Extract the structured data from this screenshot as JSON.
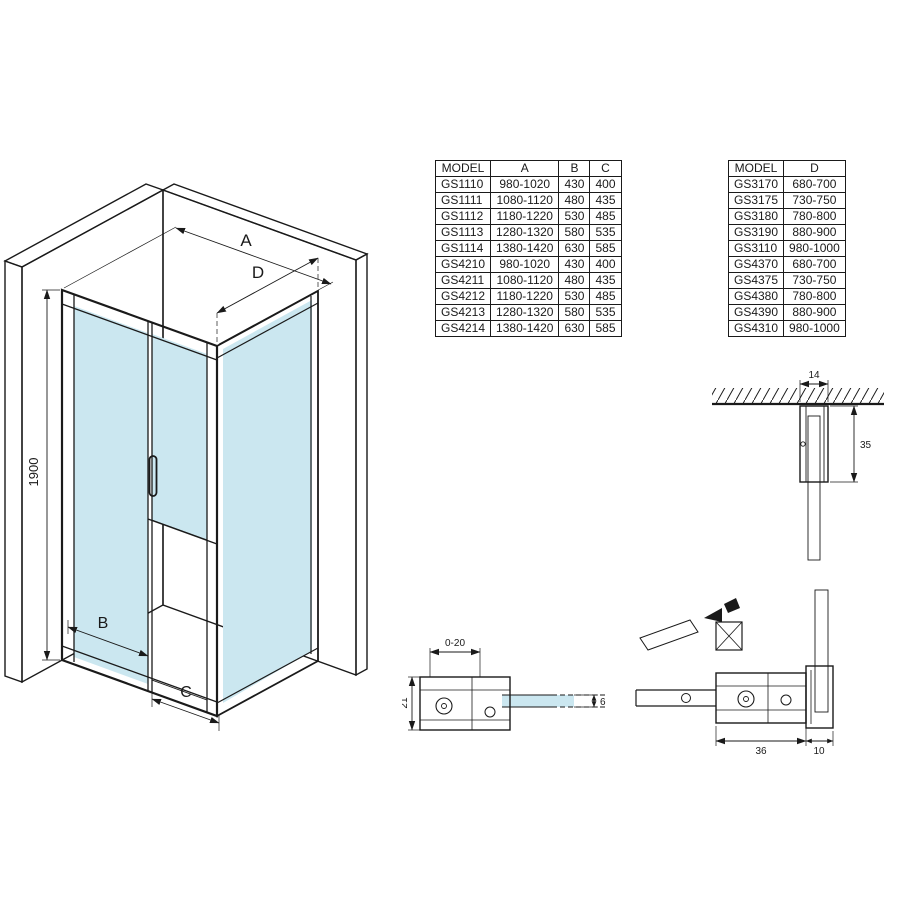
{
  "diagram": {
    "labels": {
      "width_a": "A",
      "depth_d": "D",
      "door_b": "B",
      "door_c": "C",
      "height": "1900"
    }
  },
  "tables": {
    "door": {
      "headers": [
        "MODEL",
        "A",
        "B",
        "C"
      ],
      "rows": [
        [
          "GS1110",
          "980-1020",
          "430",
          "400"
        ],
        [
          "GS1111",
          "1080-1120",
          "480",
          "435"
        ],
        [
          "GS1112",
          "1180-1220",
          "530",
          "485"
        ],
        [
          "GS1113",
          "1280-1320",
          "580",
          "535"
        ],
        [
          "GS1114",
          "1380-1420",
          "630",
          "585"
        ],
        [
          "GS4210",
          "980-1020",
          "430",
          "400"
        ],
        [
          "GS4211",
          "1080-1120",
          "480",
          "435"
        ],
        [
          "GS4212",
          "1180-1220",
          "530",
          "485"
        ],
        [
          "GS4213",
          "1280-1320",
          "580",
          "535"
        ],
        [
          "GS4214",
          "1380-1420",
          "630",
          "585"
        ]
      ]
    },
    "side": {
      "headers": [
        "MODEL",
        "D"
      ],
      "rows": [
        [
          "GS3170",
          "680-700"
        ],
        [
          "GS3175",
          "730-750"
        ],
        [
          "GS3180",
          "780-800"
        ],
        [
          "GS3190",
          "880-900"
        ],
        [
          "GS3110",
          "980-1000"
        ],
        [
          "GS4370",
          "680-700"
        ],
        [
          "GS4375",
          "730-750"
        ],
        [
          "GS4380",
          "780-800"
        ],
        [
          "GS4390",
          "880-900"
        ],
        [
          "GS4310",
          "980-1000"
        ]
      ]
    }
  },
  "details": {
    "wall_profile": {
      "width": "14",
      "depth": "35"
    },
    "floor_section": {
      "adjustment": "0-20",
      "depth": "21",
      "glass_thickness": "6"
    },
    "corner_section": {
      "profile_width": "36",
      "wall_gap": "10"
    }
  },
  "colors": {
    "glass": "#cbe7f0",
    "line": "#1a1a1a"
  }
}
